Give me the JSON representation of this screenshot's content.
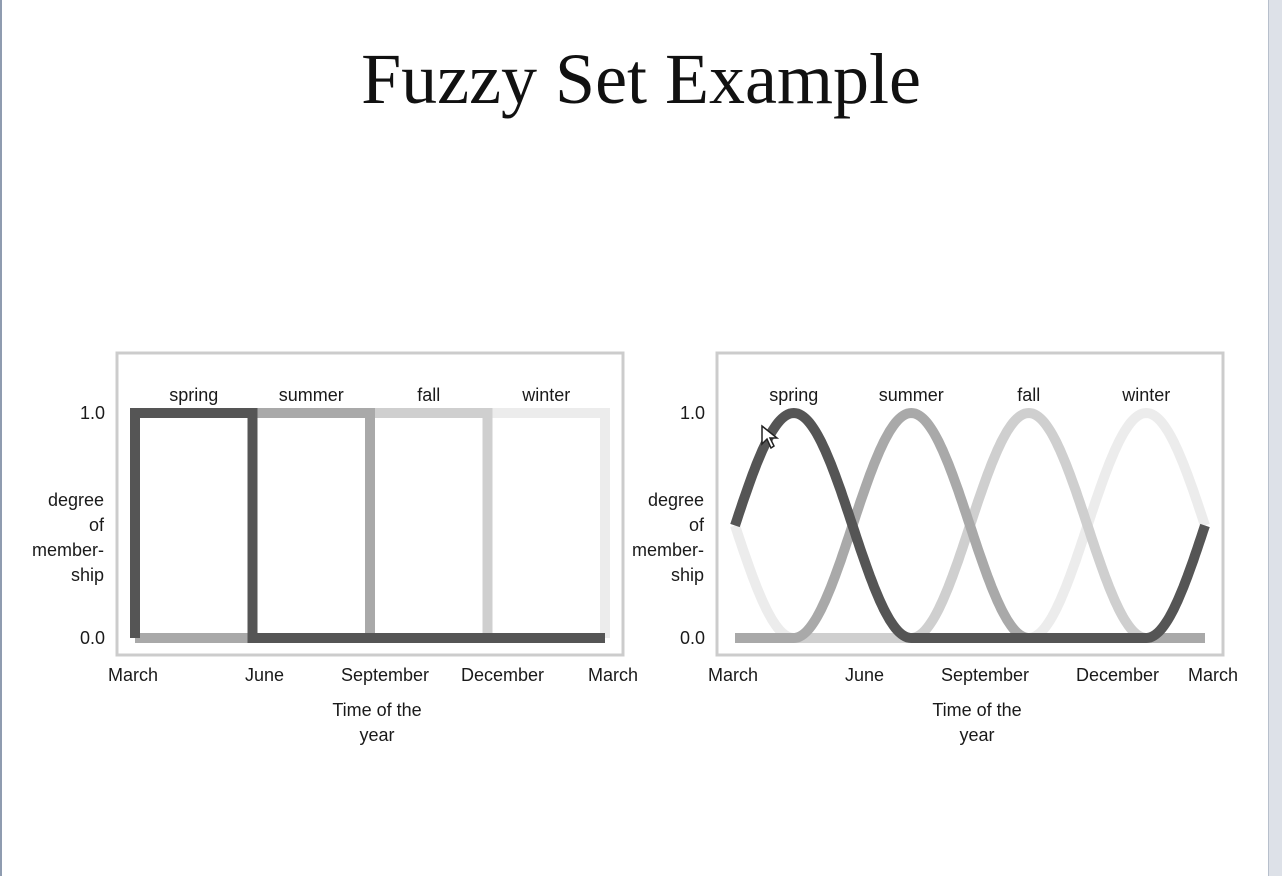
{
  "slide": {
    "title": "Fuzzy Set Example"
  },
  "colors": {
    "spring": "#555555",
    "summer": "#a9a9a9",
    "fall": "#cfcfcf",
    "winter": "#ececec",
    "frame": "#cccccc"
  },
  "chart_data": [
    {
      "type": "line",
      "variant": "crisp",
      "ylabel": [
        "degree",
        "of",
        "member-",
        "ship"
      ],
      "xlabel": [
        "Time of the",
        "year"
      ],
      "xticks": [
        "March",
        "June",
        "September",
        "December",
        "March"
      ],
      "yticks": [
        "1.0",
        "0.0"
      ],
      "series": [
        {
          "name": "spring",
          "color": "#555555",
          "points": [
            [
              0,
              0
            ],
            [
              0,
              1
            ],
            [
              3,
              1
            ],
            [
              3,
              0
            ],
            [
              12,
              0
            ]
          ]
        },
        {
          "name": "summer",
          "color": "#a9a9a9",
          "points": [
            [
              0,
              0
            ],
            [
              3,
              0
            ],
            [
              3,
              1
            ],
            [
              6,
              1
            ],
            [
              6,
              0
            ],
            [
              12,
              0
            ]
          ]
        },
        {
          "name": "fall",
          "color": "#cfcfcf",
          "points": [
            [
              0,
              0
            ],
            [
              6,
              0
            ],
            [
              6,
              1
            ],
            [
              9,
              1
            ],
            [
              9,
              0
            ],
            [
              12,
              0
            ]
          ]
        },
        {
          "name": "winter",
          "color": "#ececec",
          "points": [
            [
              0,
              0
            ],
            [
              9,
              0
            ],
            [
              9,
              1
            ],
            [
              12,
              1
            ],
            [
              12,
              0
            ]
          ]
        }
      ]
    },
    {
      "type": "line",
      "variant": "fuzzy",
      "ylabel": [
        "degree",
        "of",
        "member-",
        "ship"
      ],
      "xlabel": [
        "Time of the",
        "year"
      ],
      "xticks": [
        "March",
        "June",
        "September",
        "December",
        "March"
      ],
      "yticks": [
        "1.0",
        "0.0"
      ],
      "series": [
        {
          "name": "spring",
          "color": "#555555",
          "peak": 1.5
        },
        {
          "name": "summer",
          "color": "#a9a9a9",
          "peak": 4.5
        },
        {
          "name": "fall",
          "color": "#cfcfcf",
          "peak": 7.5
        },
        {
          "name": "winter",
          "color": "#ececec",
          "peak": 10.5
        }
      ]
    }
  ]
}
